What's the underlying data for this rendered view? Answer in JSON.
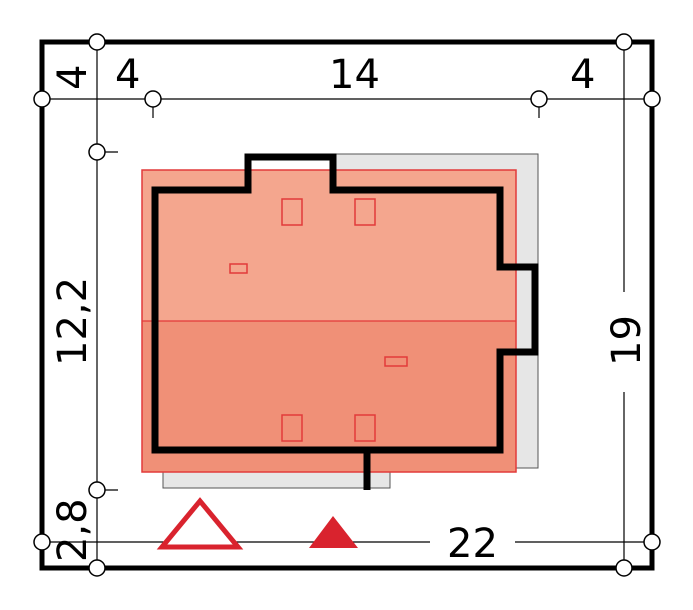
{
  "dimensions": {
    "top_left": "4",
    "top_middle": "14",
    "top_right": "4",
    "left_upper": "4",
    "left_middle": "12,2",
    "left_lower": "2,8",
    "right": "19",
    "bottom": "22"
  },
  "colors": {
    "roof_upper": "#f4a68e",
    "roof_lower": "#f09077",
    "roof_outline": "#e23a3a",
    "wall": "#000000",
    "shadow": "#e6e6e6",
    "accent_red": "#d9232e",
    "dimension_line": "#000000"
  }
}
